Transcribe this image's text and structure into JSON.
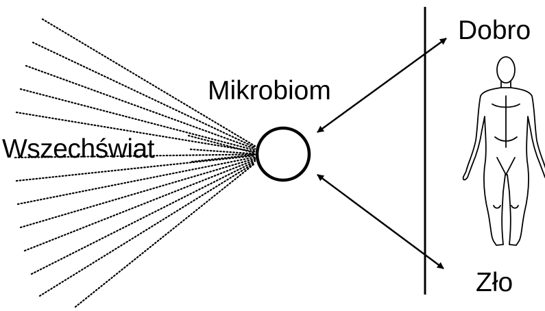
{
  "labels": {
    "universe": "Wszechświat",
    "microbiome": "Mikrobiom",
    "good": "Dobro",
    "bad": "Zło"
  },
  "icons": {
    "source_rays": "dotted-rays-icon",
    "microbiome_node": "circle-icon",
    "human": "human-body-icon"
  },
  "colors": {
    "ink": "#000000",
    "background": "#ffffff"
  }
}
